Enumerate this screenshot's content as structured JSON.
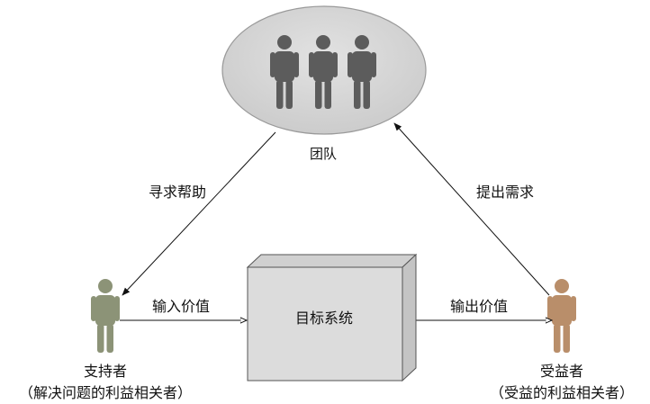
{
  "nodes": {
    "team": {
      "label": "团队"
    },
    "supporter": {
      "label": "支持者",
      "sublabel": "（解决问题的利益相关者）"
    },
    "beneficiary": {
      "label": "受益者",
      "sublabel": "（受益的利益相关者）"
    },
    "system": {
      "label": "目标系统"
    }
  },
  "edges": {
    "team_to_supporter": {
      "label": "寻求帮助"
    },
    "beneficiary_to_team": {
      "label": "提出需求"
    },
    "supporter_to_system": {
      "label": "输入价值"
    },
    "system_to_beneficiary": {
      "label": "输出价值"
    }
  },
  "colors": {
    "team_person": "#5c5c5c",
    "supporter_person": "#8c9377",
    "beneficiary_person": "#b98e6a",
    "ellipse_fill": "#d6d6d6",
    "box_front": "#dcdcdc",
    "box_side": "#c4c4c4",
    "box_top": "#d0d0d0"
  }
}
